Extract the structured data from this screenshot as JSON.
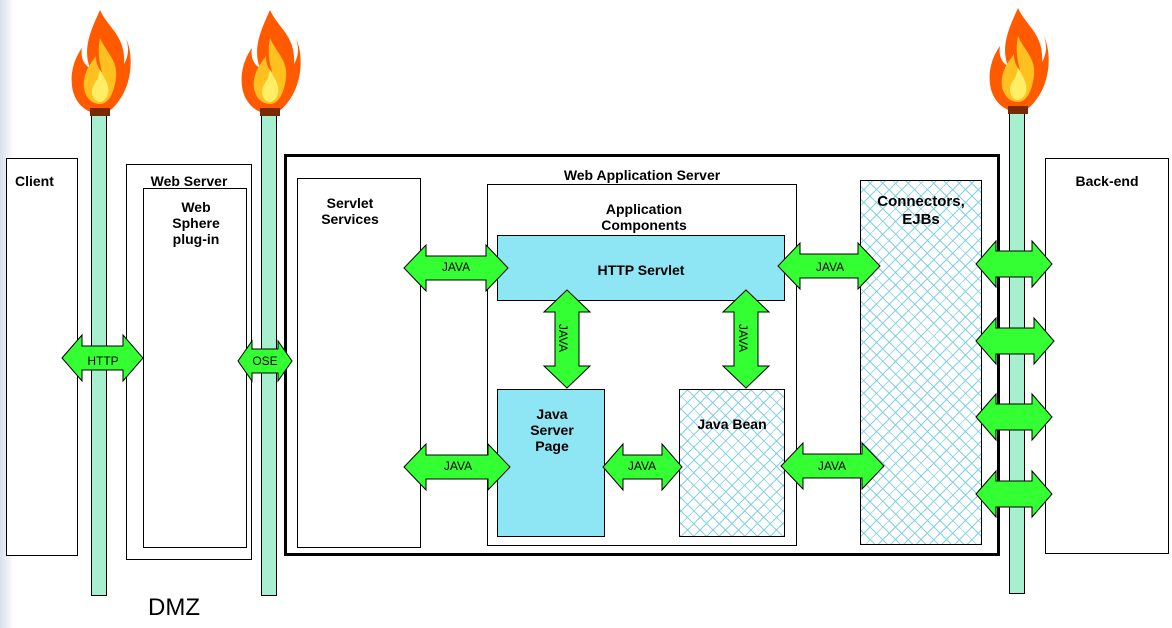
{
  "colors": {
    "arrow_fill": "#33ff33",
    "pole_fill": "#a6f0d0",
    "component_fill": "#8ee6f5",
    "hatch_line": "#78cde6",
    "flame_outer": "#ff5a00",
    "flame_inner": "#ffee66"
  },
  "boxes": {
    "client": "Client",
    "web_server": "Web Server",
    "websphere_plugin": "Web Sphere plug-in",
    "was": "Web Application Server",
    "servlet_services": "Servlet Services",
    "app_components": "Application Components",
    "http_servlet": "HTTP Servlet",
    "jsp": "Java Server Page",
    "java_bean": "Java Bean",
    "connectors": "Connectors, EJBs",
    "backend": "Back-end"
  },
  "arrows": {
    "http": "HTTP",
    "ose": "OSE",
    "java": "JAVA"
  },
  "dmz": "DMZ",
  "icons": [
    "flame-icon",
    "flame-icon",
    "flame-icon"
  ]
}
